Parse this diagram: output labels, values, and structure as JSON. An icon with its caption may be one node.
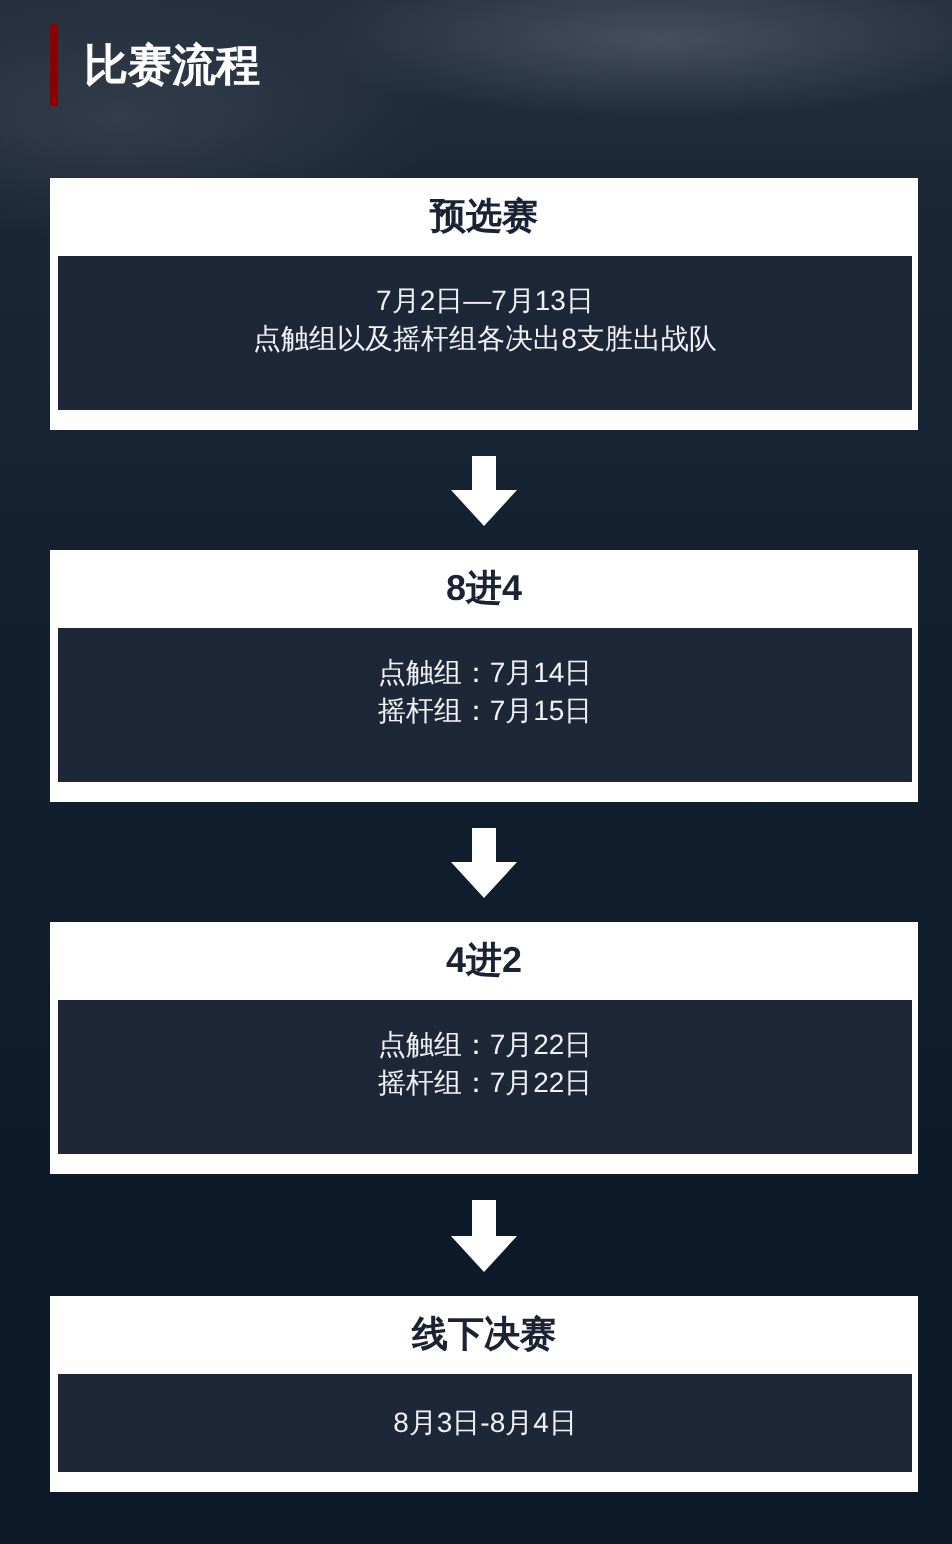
{
  "diagram": {
    "title": "比赛流程",
    "nodes": [
      {
        "text": [
          "预选赛"
        ]
      },
      {
        "text": [
          "7月2日—7月13日",
          "点触组以及摇杆组各决出8支胜出战队"
        ],
        "in": 0
      },
      {
        "text": [
          "8进4"
        ]
      },
      {
        "text": [
          "点触组：7月14日",
          "摇杆组：7月15日"
        ],
        "in": 2
      },
      {
        "text": [
          "4进2"
        ]
      },
      {
        "text": [
          "点触组：7月22日",
          "摇杆组：7月22日"
        ],
        "in": 4
      },
      {
        "text": [
          "线下决赛"
        ]
      },
      {
        "text": [
          "8月3日-8月4日"
        ],
        "in": 6
      }
    ],
    "edges": [
      {
        "from": 0,
        "to": 2,
        "arrow": "to"
      },
      {
        "from": 2,
        "to": 4,
        "arrow": "to"
      },
      {
        "from": 4,
        "to": 6,
        "arrow": "to"
      }
    ]
  }
}
